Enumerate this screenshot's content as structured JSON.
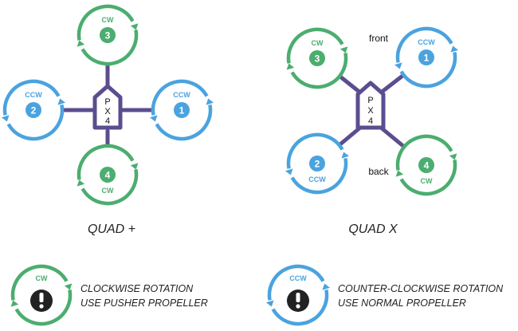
{
  "colors": {
    "cw": "#4bad6f",
    "ccw": "#4aa3df",
    "frame": "#5b4d8e",
    "text": "#222222",
    "warning_fill": "#222222"
  },
  "quad_plus": {
    "caption": "QUAD +",
    "flight_controller": [
      "P",
      "X",
      "4"
    ],
    "motors": [
      {
        "number": "3",
        "direction": "CW"
      },
      {
        "number": "2",
        "direction": "CCW"
      },
      {
        "number": "1",
        "direction": "CCW"
      },
      {
        "number": "4",
        "direction": "CW"
      }
    ]
  },
  "quad_x": {
    "caption": "QUAD X",
    "front_label": "front",
    "back_label": "back",
    "flight_controller": [
      "P",
      "X",
      "4"
    ],
    "motors": [
      {
        "number": "3",
        "direction": "CW"
      },
      {
        "number": "1",
        "direction": "CCW"
      },
      {
        "number": "2",
        "direction": "CCW"
      },
      {
        "number": "4",
        "direction": "CW"
      }
    ]
  },
  "legend": {
    "cw": {
      "direction": "CW",
      "icon": "exclamation-icon",
      "line1": "CLOCKWISE ROTATION",
      "line2": "USE PUSHER PROPELLER"
    },
    "ccw": {
      "direction": "CCW",
      "icon": "exclamation-icon",
      "line1": "COUNTER-CLOCKWISE ROTATION",
      "line2": "USE NORMAL PROPELLER"
    }
  }
}
